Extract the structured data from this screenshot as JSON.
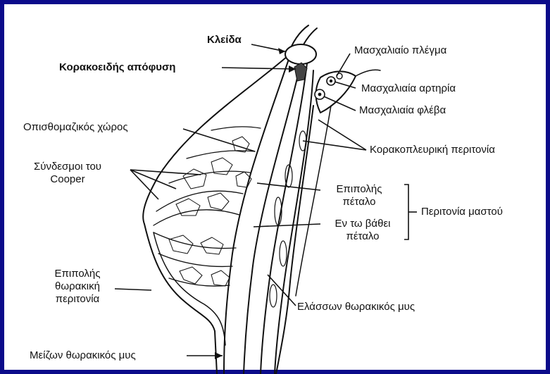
{
  "labels": {
    "kleida": "Κλείδα",
    "korakoeidis": "Κορακοειδής απόφυση",
    "opisthomazikos": "Οπισθομαζικός χώρος",
    "syndesmoi_line1": "Σύνδεσμοι του",
    "syndesmoi_line2": "Cooper",
    "epipolis_thorakiki_line1": "Επιπολής",
    "epipolis_thorakiki_line2": "θωρακική",
    "epipolis_thorakiki_line3": "περιτονία",
    "meizon": "Μείζων θωρακικός μυς",
    "masxaliaio_plegma": "Μασχαλιαίο πλέγμα",
    "masxaliaia_artiria": "Μασχαλιαία αρτηρία",
    "masxaliaia_fleva": "Μασχαλιαία φλέβα",
    "korakopleuriki": "Κορακοπλευρική περιτονία",
    "epipolis_petalo_line1": "Επιπολής",
    "epipolis_petalo_line2": "πέταλο",
    "perotonia_mastou": "Περιτονία μαστού",
    "en_to_vathei_line1": "Εν τω βάθει",
    "en_to_vathei_line2": "πέταλο",
    "elasson": "Ελάσσων θωρακικός μυς"
  },
  "colors": {
    "border": "#0b0b8a",
    "ink": "#111111",
    "background": "#ffffff"
  }
}
